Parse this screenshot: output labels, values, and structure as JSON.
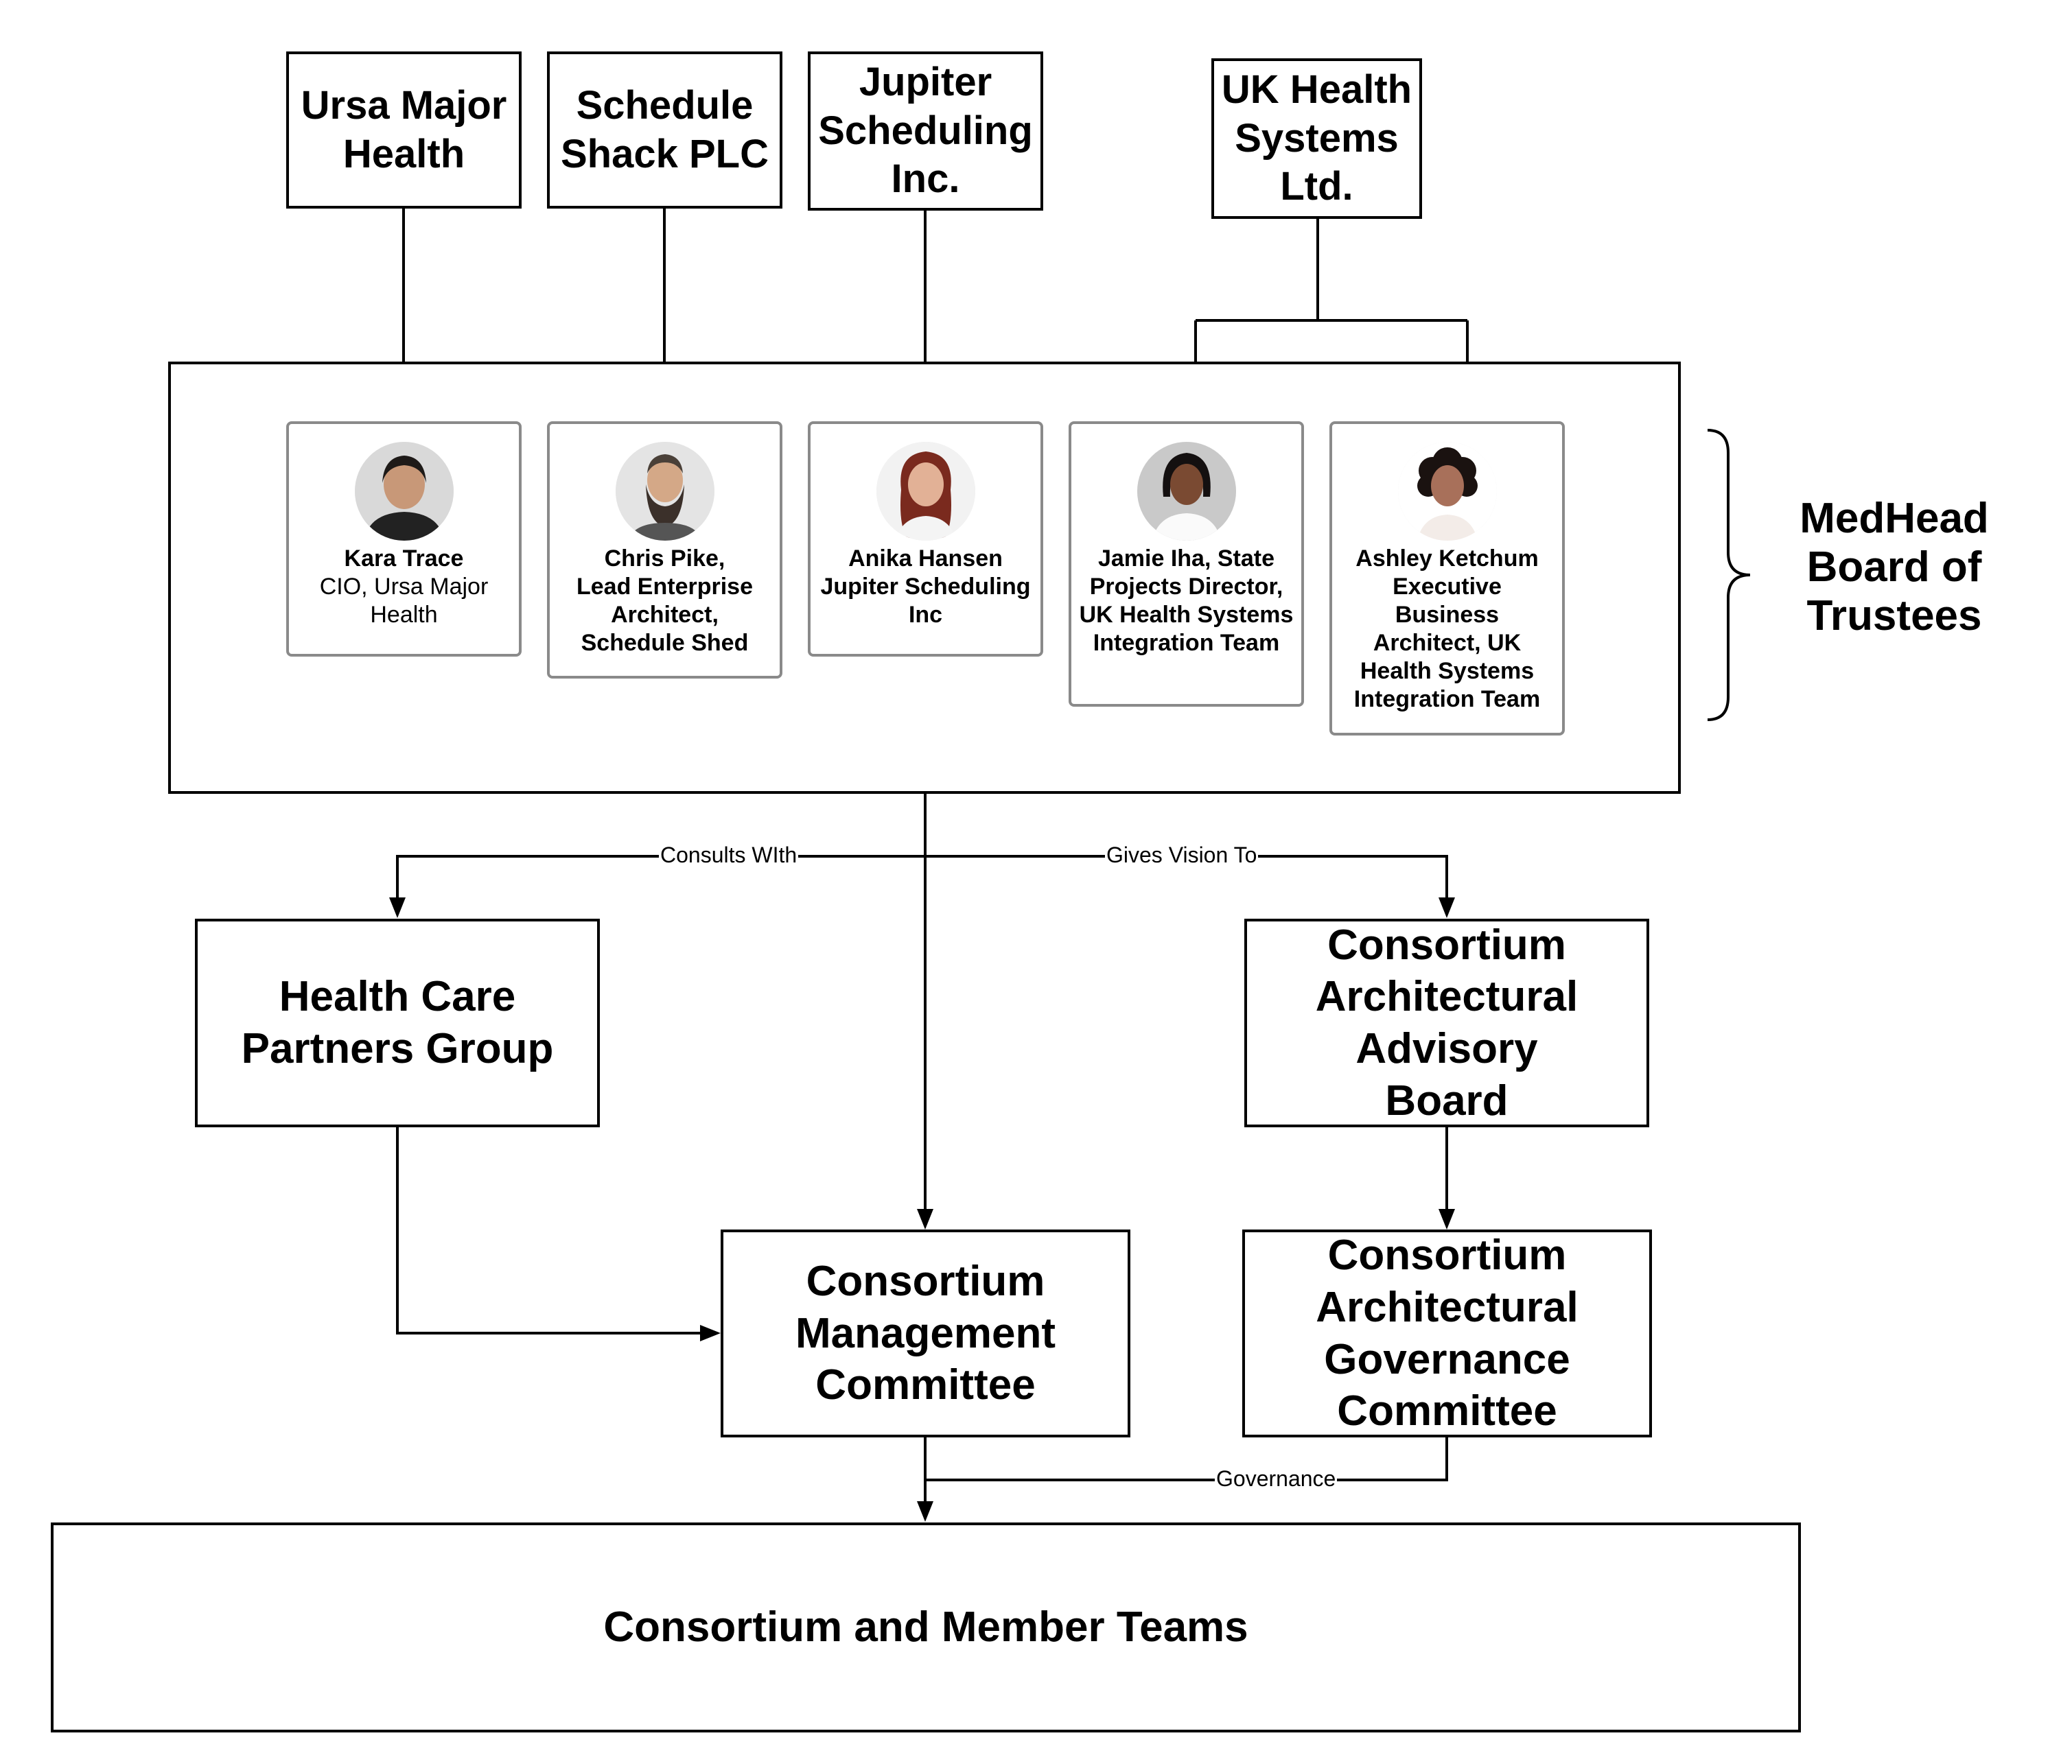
{
  "organizations": [
    {
      "key": "ursa",
      "name": "Ursa Major Health"
    },
    {
      "key": "schedule",
      "name": "Schedule Shack PLC"
    },
    {
      "key": "jupiter",
      "name": "Jupiter Scheduling Inc."
    },
    {
      "key": "uk",
      "name": "UK Health Systems Ltd."
    }
  ],
  "board": {
    "label": "MedHead Board of Trustees",
    "members": [
      {
        "name": "Kara Trace",
        "role": "CIO, Ursa Major Health",
        "role_bold": false
      },
      {
        "name": "Chris Pike,",
        "role": "Lead Enterprise Architect, Schedule Shed",
        "role_bold": true
      },
      {
        "name": "Anika Hansen",
        "role": "Jupiter Scheduling Inc",
        "role_bold": true
      },
      {
        "name": "Jamie Iha, State",
        "role": "Projects Director, UK Health Systems Integration Team",
        "role_bold": true
      },
      {
        "name": "Ashley Ketchum",
        "role": "Executive Business Architect, UK Health Systems Integration Team",
        "role_bold": true
      }
    ]
  },
  "groups": {
    "partners": "Health Care Partners Group",
    "advisory": "Consortium Architectural Advisory Board",
    "management": "Consortium Management Committee",
    "governance": "Consortium Architectural Governance Committee",
    "teams": "Consortium and Member Teams"
  },
  "edge_labels": {
    "consults": "Consults WIth",
    "vision": "Gives Vision To",
    "governance": "Governance"
  },
  "colors": {
    "line": "#000000",
    "card_border": "#8a8a8a"
  }
}
